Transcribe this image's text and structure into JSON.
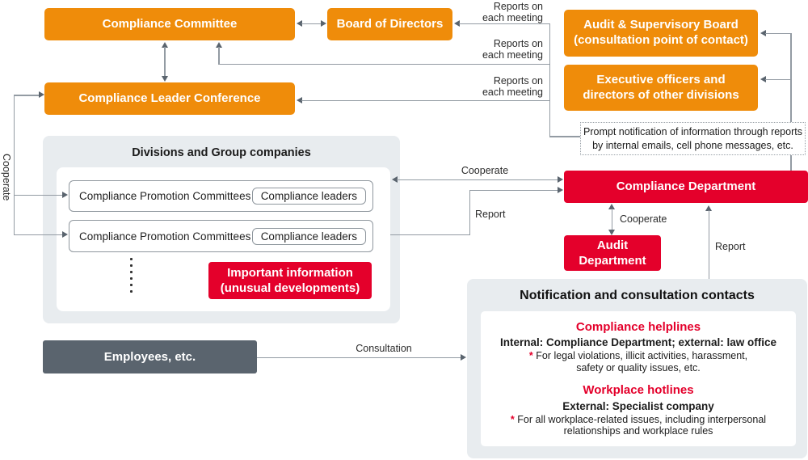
{
  "colors": {
    "orange": "#ef8c0a",
    "red": "#e4002b",
    "dark_gray": "#5a646e",
    "panel_gray": "#e8ecef"
  },
  "nodes": {
    "compliance_committee": {
      "label": "Compliance Committee"
    },
    "board_of_directors": {
      "label": "Board of Directors"
    },
    "audit_supervisory_board": {
      "label": "Audit & Supervisory Board\n(consultation point of contact)"
    },
    "executive_officers": {
      "label": "Executive officers and\ndirectors of other divisions"
    },
    "compliance_leader_conference": {
      "label": "Compliance Leader Conference"
    },
    "compliance_department": {
      "label": "Compliance Department"
    },
    "audit_department": {
      "label": "Audit\nDepartment"
    },
    "employees": {
      "label": "Employees, etc."
    },
    "prompt_notification": {
      "label": "Prompt notification of information through reports\nby internal emails, cell phone messages, etc."
    },
    "important_information": {
      "label": "Important information\n(unusual developments)"
    }
  },
  "divisions": {
    "title": "Divisions and Group companies",
    "rows": [
      {
        "committee": "Compliance Promotion Committees",
        "leader": "Compliance leaders"
      },
      {
        "committee": "Compliance Promotion Committees",
        "leader": "Compliance leaders"
      }
    ]
  },
  "edge_labels": {
    "reports_1": "Reports on\neach meeting",
    "reports_2": "Reports on\neach meeting",
    "reports_3": "Reports on\neach meeting",
    "cooperate_left": "Cooperate",
    "cooperate_mid": "Cooperate",
    "cooperate_audit": "Cooperate",
    "report_mid": "Report",
    "report_right": "Report",
    "consultation": "Consultation"
  },
  "notification": {
    "title": "Notification and consultation contacts",
    "helpline_title": "Compliance helplines",
    "helpline_subtitle": "Internal: Compliance Department; external: law office",
    "helpline_star": "*",
    "helpline_note": "For legal violations, illicit activities, harassment,\nsafety or quality issues, etc.",
    "hotline_title": "Workplace hotlines",
    "hotline_subtitle": "External: Specialist company",
    "hotline_star": "*",
    "hotline_note": "For all workplace-related issues, including interpersonal\nrelationships and workplace rules"
  }
}
